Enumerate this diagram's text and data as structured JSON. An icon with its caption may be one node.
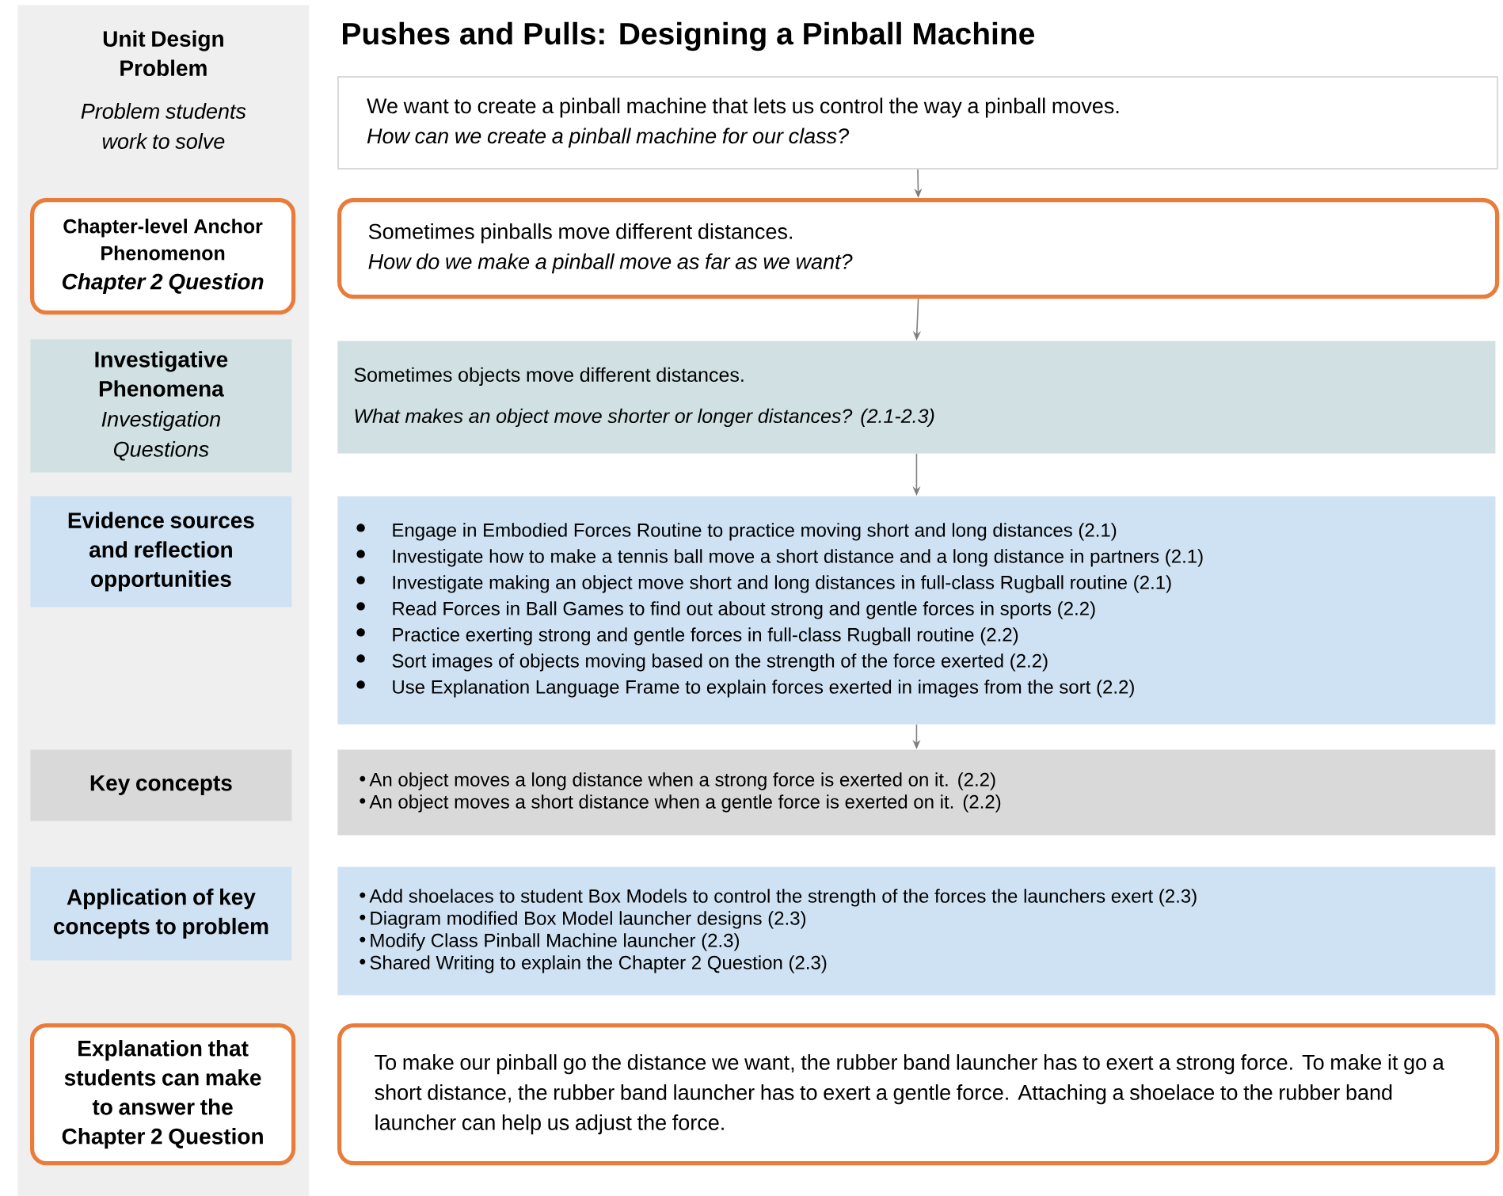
{
  "diagram": {
    "title": "Pushes and Pulls: Designing a Pinball Machine",
    "nodes": [
      {
        "text": [
          "Unit Design Problem",
          "Problem students work to solve"
        ]
      },
      {
        "text": [
          "We want to create a pinball machine that lets us control the way a pinball moves.",
          "How can we create a pinball machine for our class?"
        ]
      },
      {
        "text": [
          "Chapter-level Anchor Phenomenon",
          "Chapter 2 Question"
        ],
        "in": 0
      },
      {
        "text": [
          "Sometimes pinballs move different distances.",
          "How do we make a pinball move as far as we want?"
        ]
      },
      {
        "text": [
          "Investigative Phenomena",
          "Investigation Questions"
        ],
        "in": 0
      },
      {
        "text": [
          "Sometimes objects move different distances.",
          "What makes an object move shorter or longer distances? (2.1-2.3)"
        ]
      },
      {
        "text": [
          "Evidence sources and reflection opportunities"
        ],
        "in": 0
      },
      {
        "text": [
          "Engage in Embodied Forces Routine to practice moving short and long distances (2.1)",
          "Investigate how to make a tennis ball move a short distance and a long distance in partners (2.1)",
          "Investigate making an object move short and long distances in full-class Rugball routine (2.1)",
          "Read Forces in Ball Games to find out about strong and gentle forces in sports (2.2)",
          "Practice exerting strong and gentle forces in full-class Rugball routine (2.2)",
          "Sort images of objects moving based on the strength of the force exerted (2.2)",
          "Use Explanation Language Frame to explain forces exerted in images from the sort (2.2)"
        ]
      },
      {
        "text": [
          "Key concepts"
        ],
        "in": 0
      },
      {
        "text": [
          "An object moves a long distance when a strong force is exerted on it. (2.2)",
          "An object moves a short distance when a gentle force is exerted on it. (2.2)"
        ]
      },
      {
        "text": [
          "Application of key concepts to problem"
        ],
        "in": 0
      },
      {
        "text": [
          "Add shoelaces to student Box Models to control the strength of the forces the launchers exert (2.3)",
          "Diagram modified Box Model launcher designs (2.3)",
          "Modify Class Pinball Machine launcher (2.3)",
          "Shared Writing to explain the Chapter 2 Question (2.3)"
        ]
      },
      {
        "text": [
          "Explanation that students can make to answer the Chapter 2 Question"
        ],
        "in": 0
      },
      {
        "text": [
          "To make our pinball go the distance we want, the rubber band launcher has to exert a strong force. To make it go a short distance, the rubber band launcher has to exert a gentle force. Attaching a shoelace to the rubber band launcher can help us adjust the force."
        ]
      }
    ],
    "edges": [
      {
        "from": 1,
        "to": 3,
        "arrow": "to"
      },
      {
        "from": 3,
        "to": 5,
        "arrow": "to"
      },
      {
        "from": 5,
        "to": 7,
        "arrow": "to"
      },
      {
        "from": 7,
        "to": 9,
        "arrow": "to"
      }
    ]
  }
}
